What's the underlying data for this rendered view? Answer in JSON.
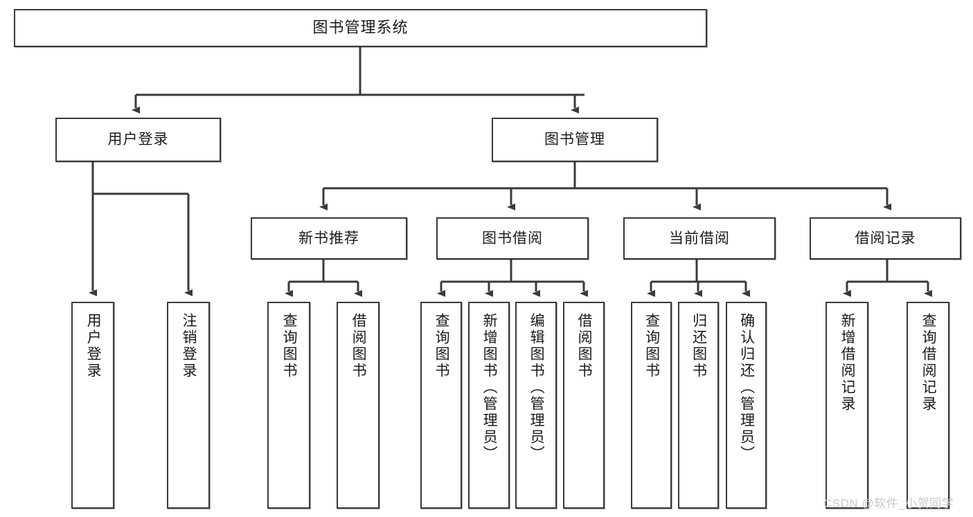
{
  "diagram": {
    "title": "图书管理系统",
    "root": {
      "label": "图书管理系统"
    },
    "level1": [
      {
        "label": "用户登录"
      },
      {
        "label": "图书管理"
      }
    ],
    "level2": [
      {
        "label": "新书推荐"
      },
      {
        "label": "图书借阅"
      },
      {
        "label": "当前借阅"
      },
      {
        "label": "借阅记录"
      }
    ],
    "leaves": {
      "user_login": [
        {
          "label": "用户登录"
        },
        {
          "label": "注销登录"
        }
      ],
      "new_book_recommend": [
        {
          "label": "查询图书"
        },
        {
          "label": "借阅图书"
        }
      ],
      "book_borrow": [
        {
          "label": "查询图书"
        },
        {
          "label": "新增图书（管理员）"
        },
        {
          "label": "编辑图书（管理员）"
        },
        {
          "label": "借阅图书"
        }
      ],
      "current_borrow": [
        {
          "label": "查询图书"
        },
        {
          "label": "归还图书"
        },
        {
          "label": "确认归还（管理员）"
        }
      ],
      "borrow_record": [
        {
          "label": "新增借阅记录"
        },
        {
          "label": "查询借阅记录"
        }
      ]
    }
  },
  "watermark": {
    "text": "CSDN @软件_小贺同学"
  },
  "colors": {
    "border": "#3a3a3a",
    "text": "#1b1b1b",
    "background": "#ffffff",
    "watermark": "#c9c9c9"
  }
}
